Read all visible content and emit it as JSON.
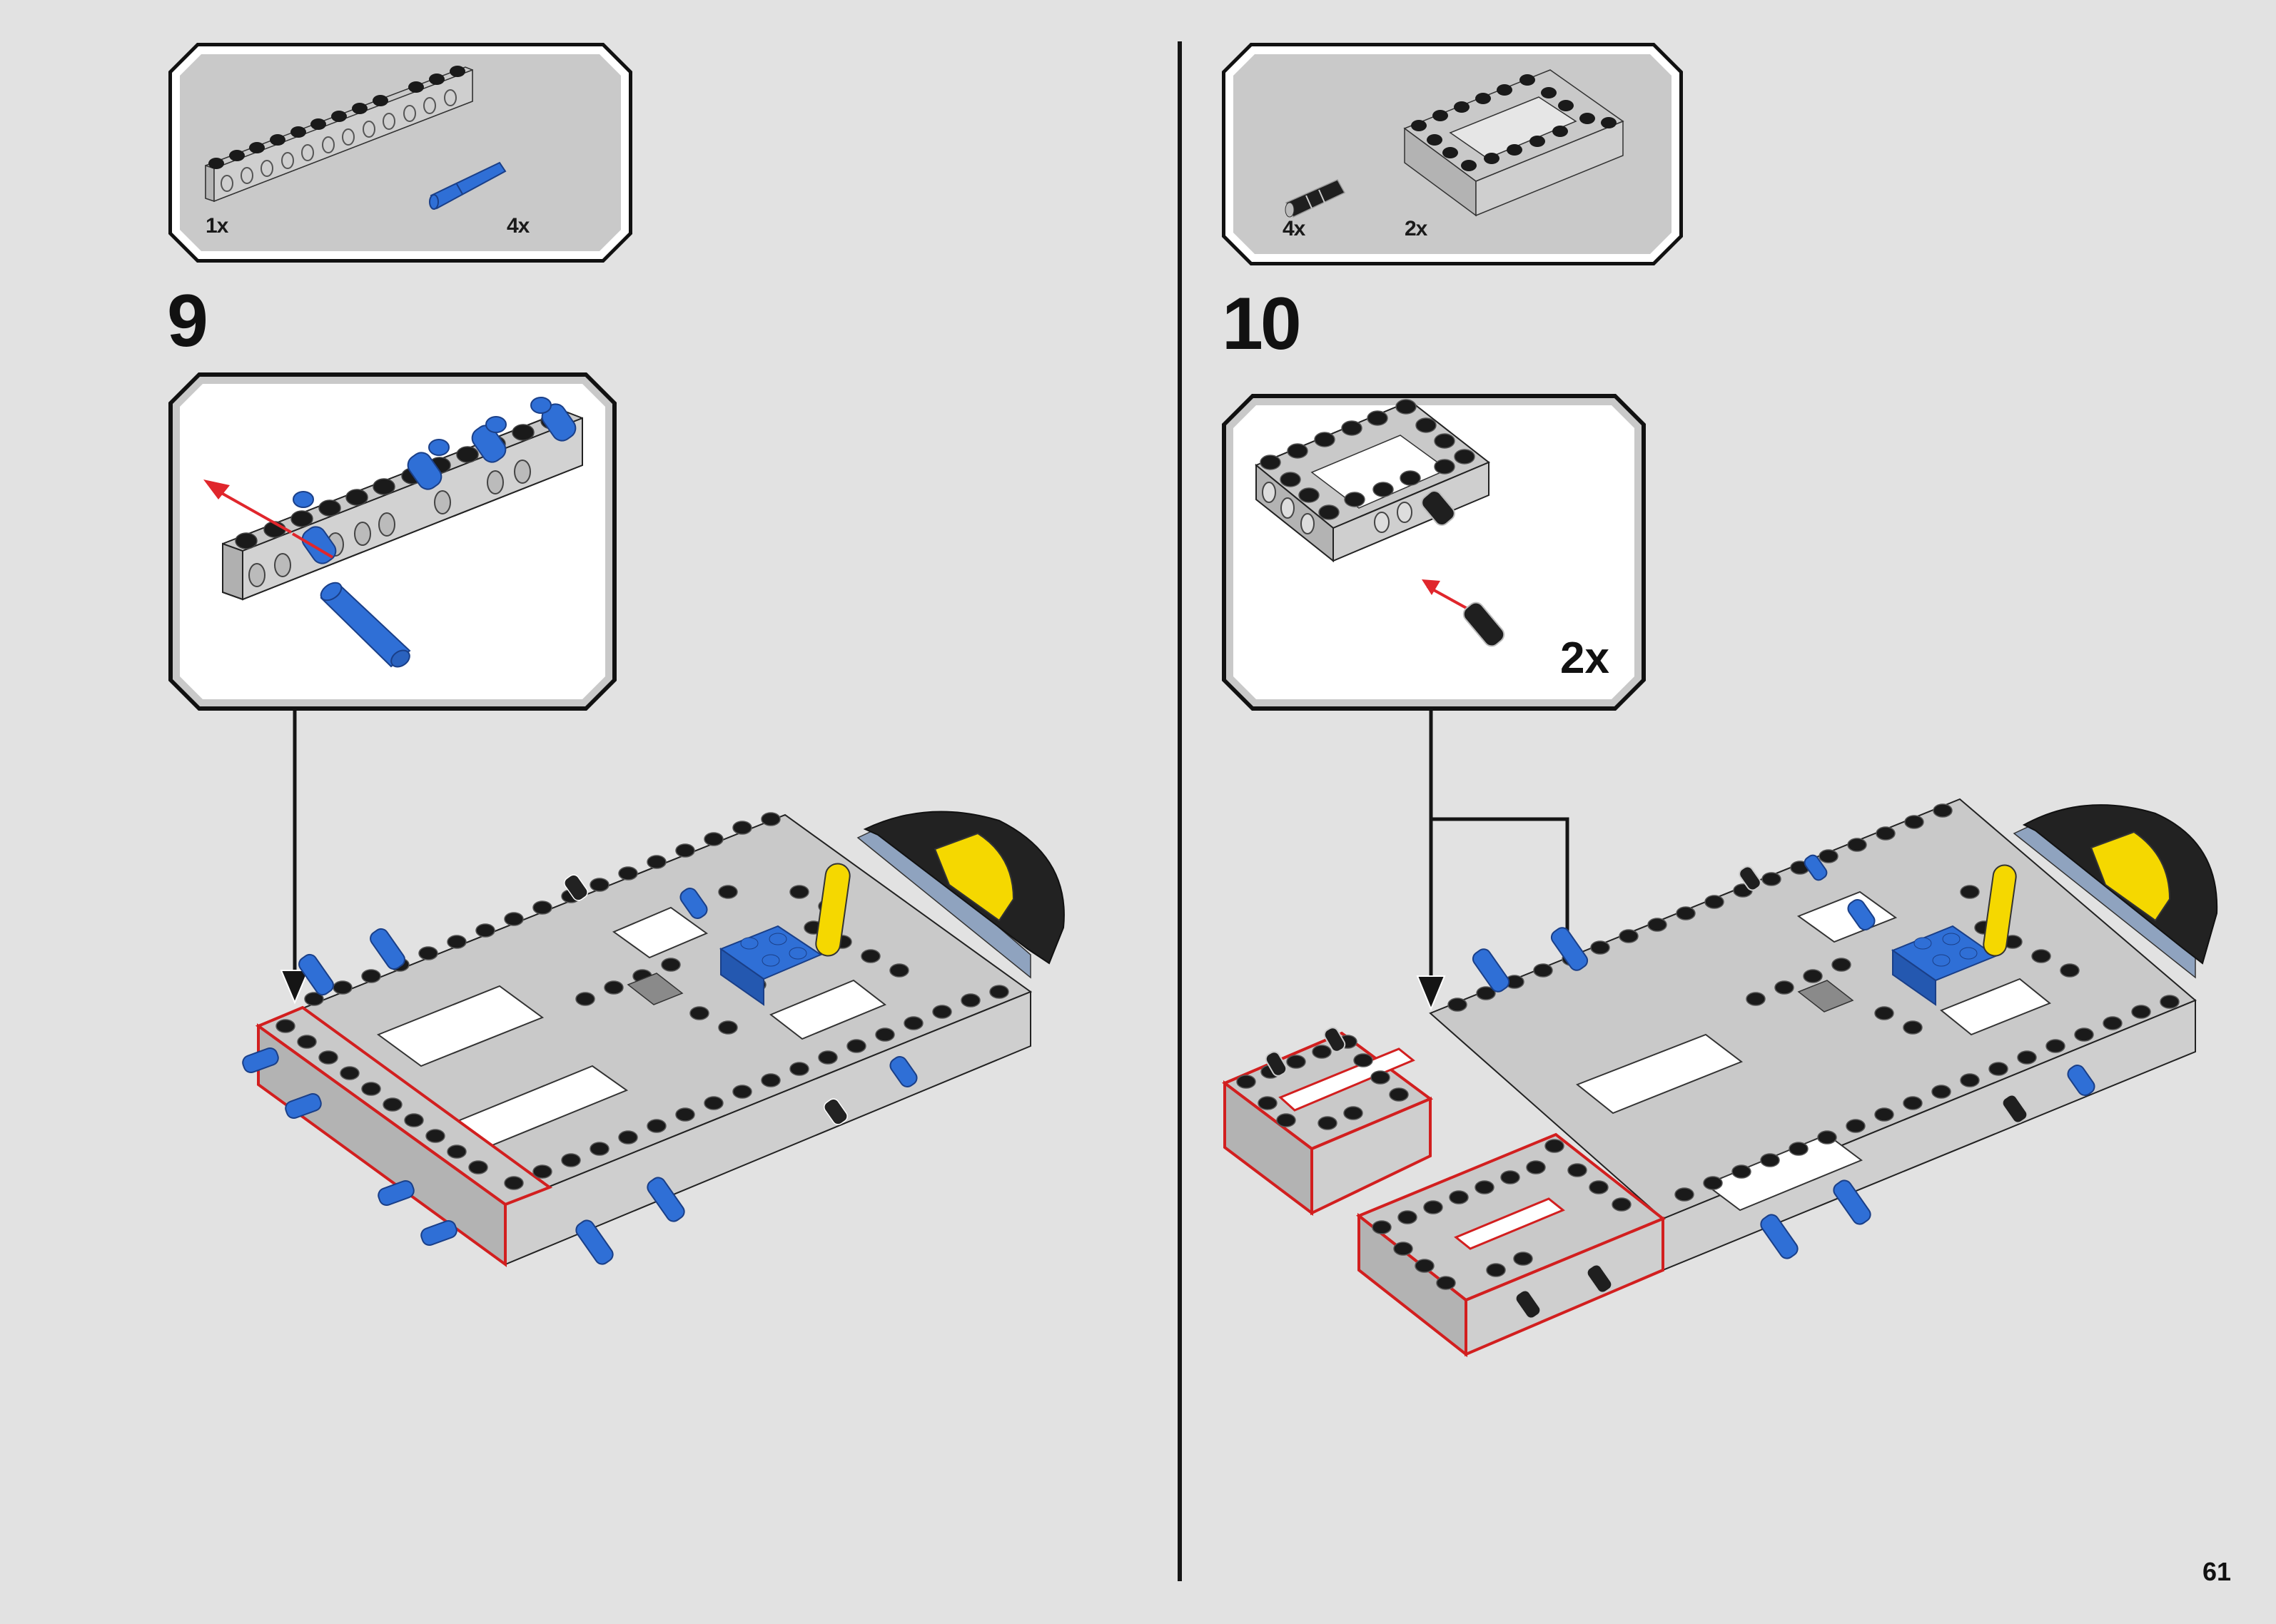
{
  "page": {
    "page_number": "61",
    "background_color": "#e2e2e2"
  },
  "colors": {
    "brick_top": "#c9c9c9",
    "brick_side": "#aaaaaa",
    "stud": "#1a1a1a",
    "pin_blue": "#2f6fd6",
    "pin_black": "#222222",
    "yellow": "#f5d800",
    "slate_blue": "#8fa3bf",
    "highlight_red": "#d21f1f",
    "arrow_red": "#e0262c",
    "line_black": "#151515"
  },
  "steps": [
    {
      "number": "9",
      "parts_list": [
        {
          "part": "technic-brick-1x10-light-gray",
          "icon": "technic-brick-icon",
          "quantity": "1x"
        },
        {
          "part": "technic-pin-long-blue",
          "icon": "blue-pin-icon",
          "quantity": "4x"
        }
      ],
      "callout": {
        "description": "Insert 4 blue pins into 1x10 technic brick",
        "quantity": ""
      }
    },
    {
      "number": "10",
      "parts_list": [
        {
          "part": "technic-pin-black",
          "icon": "black-pin-icon",
          "quantity": "4x"
        },
        {
          "part": "technic-brick-4x6-open-center-light-gray",
          "icon": "open-frame-brick-icon",
          "quantity": "2x"
        }
      ],
      "callout": {
        "description": "Insert black pins into open-center frame brick",
        "quantity": "2x"
      }
    }
  ]
}
